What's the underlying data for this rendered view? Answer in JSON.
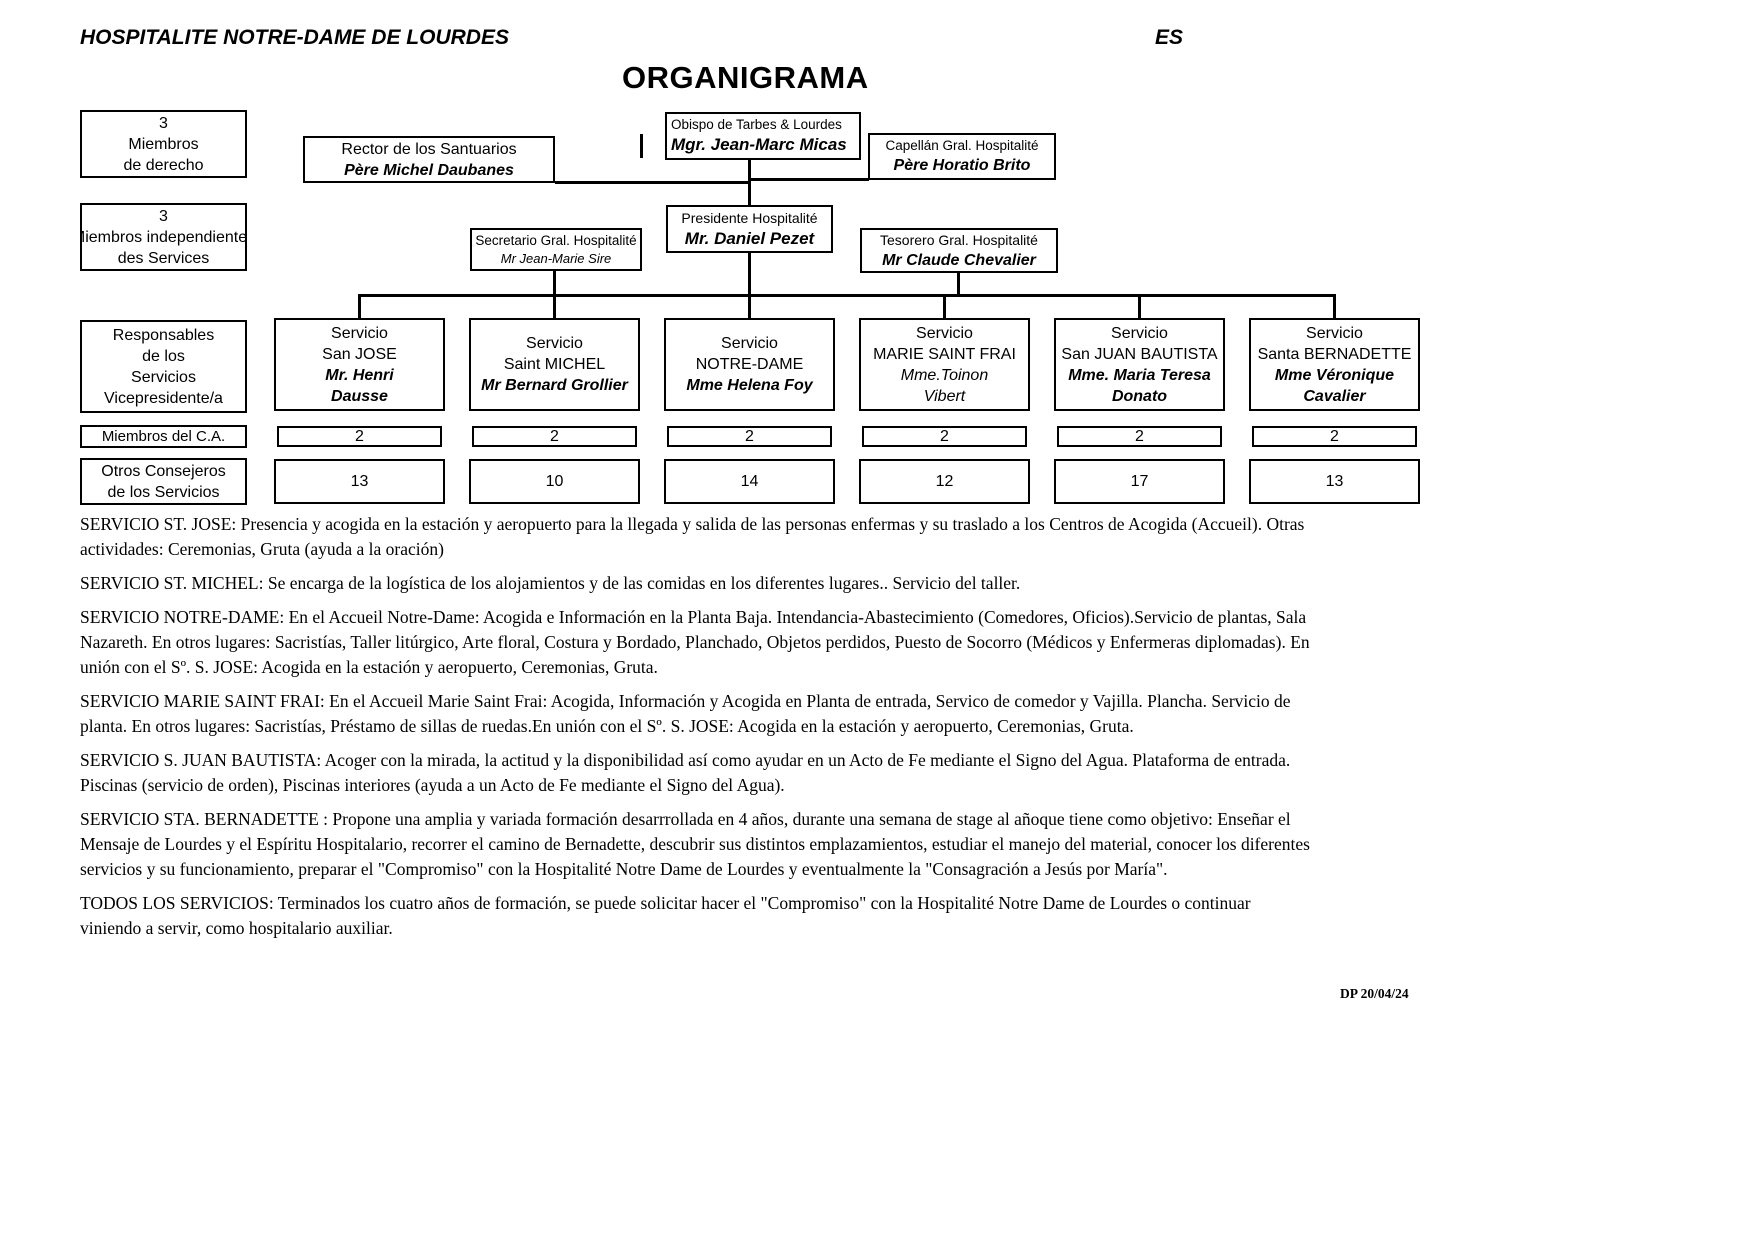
{
  "header": {
    "title": "HOSPITALITE NOTRE-DAME DE LOURDES",
    "lang_label": "ES",
    "chart_title": "ORGANIGRAMA"
  },
  "org": {
    "miembros_derecho": {
      "count": "3",
      "line1": "Miembros",
      "line2": "de derecho"
    },
    "miembros_independientes": {
      "count": "3",
      "line1": "Miembros independientes",
      "line2": "des Services"
    },
    "rector": {
      "role": "Rector de los Santuarios",
      "name": "Père Michel Daubanes"
    },
    "obispo": {
      "role": "Obispo de Tarbes & Lourdes",
      "name": "Mgr. Jean-Marc Micas"
    },
    "capellan": {
      "role": "Capellán Gral. Hospitalité",
      "name": "Père Horatio Brito"
    },
    "secretario": {
      "role": "Secretario Gral. Hospitalité",
      "name": "Mr Jean-Marie Sire"
    },
    "presidente": {
      "role": "Presidente Hospitalité",
      "name": "Mr. Daniel Pezet"
    },
    "tesorero": {
      "role": "Tesorero Gral. Hospitalité",
      "name": "Mr Claude Chevalier"
    },
    "responsables": {
      "line1": "Responsables",
      "line2": "de los",
      "line3": "Servicios",
      "line4": "Vicepresidente/a"
    },
    "row_labels": {
      "miembros_ca": "Miembros del C.A.",
      "otros_line1": "Otros Consejeros",
      "otros_line2": "de los Servicios"
    },
    "services": [
      {
        "label": "Servicio",
        "name": "San JOSE",
        "head": "Mr. Henri\nDausse",
        "miembros_ca": "2",
        "otros_consejeros": "13"
      },
      {
        "label": "Servicio",
        "name": "Saint MICHEL",
        "head": "Mr Bernard Grollier",
        "miembros_ca": "2",
        "otros_consejeros": "10"
      },
      {
        "label": "Servicio",
        "name": "NOTRE-DAME",
        "head": "Mme Helena Foy",
        "miembros_ca": "2",
        "otros_consejeros": "14"
      },
      {
        "label": "Servicio",
        "name": "MARIE SAINT FRAI",
        "head": "Mme.Toinon\nVibert",
        "miembros_ca": "2",
        "otros_consejeros": "12"
      },
      {
        "label": "Servicio",
        "name": "San JUAN BAUTISTA",
        "head": "Mme. Maria Teresa\nDonato",
        "miembros_ca": "2",
        "otros_consejeros": "17"
      },
      {
        "label": "Servicio",
        "name": "Santa BERNADETTE",
        "head": "Mme Véronique\nCavalier",
        "miembros_ca": "2",
        "otros_consejeros": "13"
      }
    ]
  },
  "descriptions": [
    "SERVICIO ST. JOSE: Presencia y acogida en la estación y aeropuerto para la llegada y salida de las personas enfermas y su traslado a los Centros de Acogida (Accueil). Otras actividades: Ceremonias, Gruta (ayuda a la oración)",
    "SERVICIO ST. MICHEL: Se encarga de la logística de los alojamientos y de las comidas en los diferentes lugares.. Servicio del taller.",
    "SERVICIO NOTRE-DAME: En el Accueil Notre-Dame: Acogida e Información en la Planta Baja. Intendancia-Abastecimiento (Comedores, Oficios).Servicio de plantas, Sala Nazareth. En otros lugares: Sacristías, Taller litúrgico, Arte floral, Costura y Bordado, Planchado, Objetos perdidos, Puesto de Socorro (Médicos y Enfermeras diplomadas). En unión con el Sº. S. JOSE: Acogida en la estación y aeropuerto, Ceremonias, Gruta.",
    "SERVICIO MARIE SAINT FRAI: En el Accueil Marie Saint Frai: Acogida, Información y Acogida en Planta de entrada, Servico de comedor y Vajilla. Plancha. Servicio de planta. En otros lugares: Sacristías, Préstamo de sillas de ruedas.En unión con el Sº. S. JOSE: Acogida en la estación y aeropuerto, Ceremonias, Gruta.",
    "SERVICIO S. JUAN BAUTISTA: Acoger con la mirada, la actitud y la disponibilidad así como ayudar en un Acto de Fe mediante el Signo del Agua. Plataforma de entrada. Piscinas (servicio de orden), Piscinas interiores (ayuda a un Acto de Fe mediante el Signo del Agua).",
    "SERVICIO STA. BERNADETTE : Propone una amplia y variada formación desarrrollada en 4 años, durante una semana de stage al añoque tiene como objetivo: Enseñar el Mensaje de Lourdes y el Espíritu Hospitalario, recorrer el camino de Bernadette, descubrir sus distintos emplazamientos, estudiar el manejo del material, conocer los diferentes servicios y su funcionamiento, preparar el \"Compromiso\" con la Hospitalité Notre Dame de Lourdes y  eventualmente la \"Consagración a Jesús por María\".",
    "TODOS LOS SERVICIOS:  Terminados los cuatro años de formación, se puede solicitar hacer el \"Compromiso\" con la Hospitalité Notre Dame de Lourdes o continuar viniendo a servir, como hospitalario auxiliar."
  ],
  "footer": {
    "stamp": "DP 20/04/24"
  }
}
